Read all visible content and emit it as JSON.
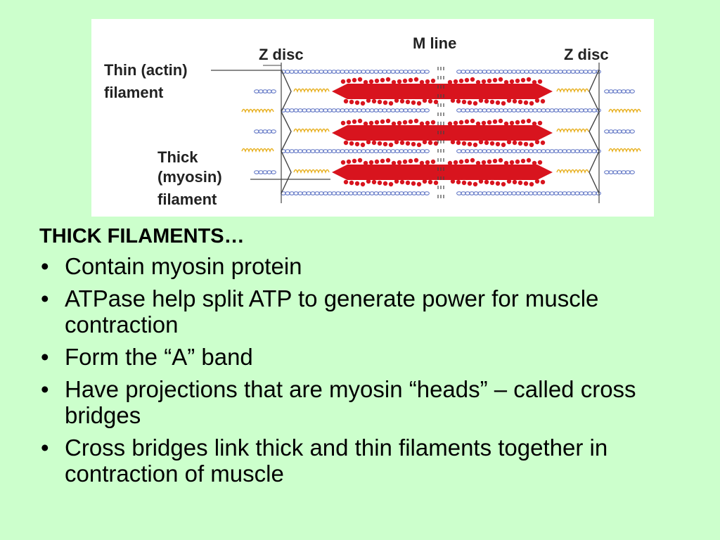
{
  "diagram": {
    "labels": {
      "thin": [
        "Thin (actin)",
        "filament"
      ],
      "thick": [
        "Thick",
        "(myosin)",
        "filament"
      ],
      "z_left": "Z disc",
      "z_right": "Z disc",
      "m_line": "M line"
    },
    "colors": {
      "myosin": "#d8141e",
      "actin": "#6b7fc9",
      "titin": "#e8b020",
      "lines": "#444444"
    }
  },
  "text": {
    "heading": "THICK FILAMENTS…",
    "bullet_symbol": "•",
    "bullets": [
      "Contain myosin protein",
      "ATPase help split ATP to generate power for muscle contraction",
      "Form the “A” band",
      "Have projections that are myosin “heads” – called cross bridges",
      "Cross bridges link thick and thin filaments together in contraction of muscle"
    ]
  }
}
